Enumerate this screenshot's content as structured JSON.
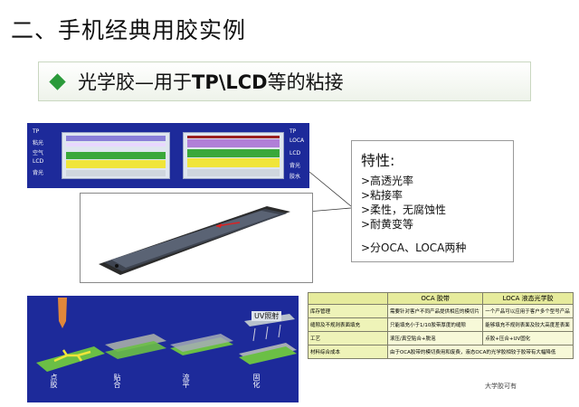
{
  "slide": {
    "title": "二、手机经典用胶实例",
    "banner": {
      "text_prefix": "光学胶—用于",
      "text_bold": "TP\\LCD",
      "text_suffix": "等的粘接"
    }
  },
  "stack_diagram": {
    "left_labels": [
      "TP",
      "粘光",
      "空气",
      "LCD",
      "背光"
    ],
    "right_labels": [
      "TP",
      "LOCA",
      "LCD",
      "背光",
      "胶水"
    ],
    "left_layers": [
      "#8a7fd8",
      "#e8d8ff",
      "#3aa83a",
      "#f0e53a",
      "#cfd6de"
    ],
    "right_layers": [
      "#9a2020",
      "#b07fd8",
      "#3aa83a",
      "#f0e53a",
      "#cfd6de"
    ]
  },
  "features": {
    "title": "特性:",
    "items": [
      ">高透光率",
      ">粘接率",
      ">柔性，无腐蚀性",
      ">耐黄变等"
    ],
    "footer": ">分OCA、LOCA两种"
  },
  "process": {
    "uv_label": "UV照射",
    "steps": [
      "点胶",
      "贴合",
      "流平",
      "固化"
    ]
  },
  "comparison_table": {
    "headers": [
      "",
      "OCA 胶带",
      "LOCA 液态光学胶"
    ],
    "rows": [
      [
        "库存管理",
        "需要针对客户不同产品提供相应的模切片",
        "一个产品可以应用于客户多个型号产品"
      ],
      [
        "缝隙及不规则表面填充",
        "只能填充小于1/10胶带厚度的缝隙",
        "能够填充不规则表面及较大高度差表面"
      ],
      [
        "工艺",
        "滚压/真空贴合+脱泡",
        "点胶+压合+UV固化"
      ],
      [
        "材料综合成本",
        "由于OCA胶带的模切费用和废费，液态OCA的光学胶相较于胶带有大幅降低",
        ""
      ]
    ]
  },
  "watermark": {
    "text": "大学胶可有"
  }
}
